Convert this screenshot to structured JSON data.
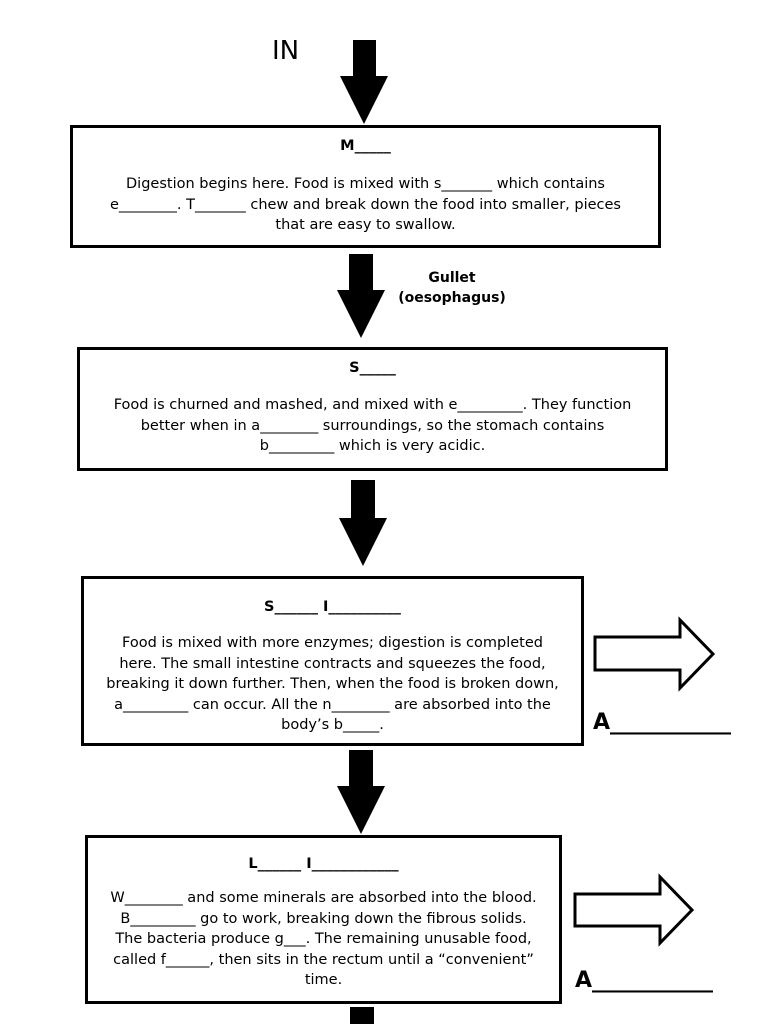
{
  "in_label": "IN",
  "gullet_note": [
    "Gullet",
    "(oesophagus)"
  ],
  "boxes": [
    {
      "title": "M_____",
      "body": "Digestion begins here. Food is mixed with s_______ which contains e________. T_______ chew and break down the food into smaller, pieces that are easy to swallow."
    },
    {
      "title": "S_____",
      "body": "Food is churned and mashed, and mixed with e_________. They function better when in a________ surroundings, so the stomach contains b_________ which is very acidic."
    },
    {
      "title": "S______ I__________",
      "body": "Food is mixed with more enzymes; digestion is completed here. The small intestine contracts and squeezes the food, breaking it down further. Then, when the food is broken down, a_________ can occur. All the n________ are absorbed into the body’s b_____."
    },
    {
      "title": "L______ I____________",
      "body": "W________ and some minerals are absorbed into the blood. B_________ go to work, breaking down the fibrous solids. The bacteria produce g___. The remaining unusable food, called f______, then sits in the rectum until a “convenient” time."
    }
  ],
  "absorption_labels": [
    "A___________",
    "A___________"
  ]
}
